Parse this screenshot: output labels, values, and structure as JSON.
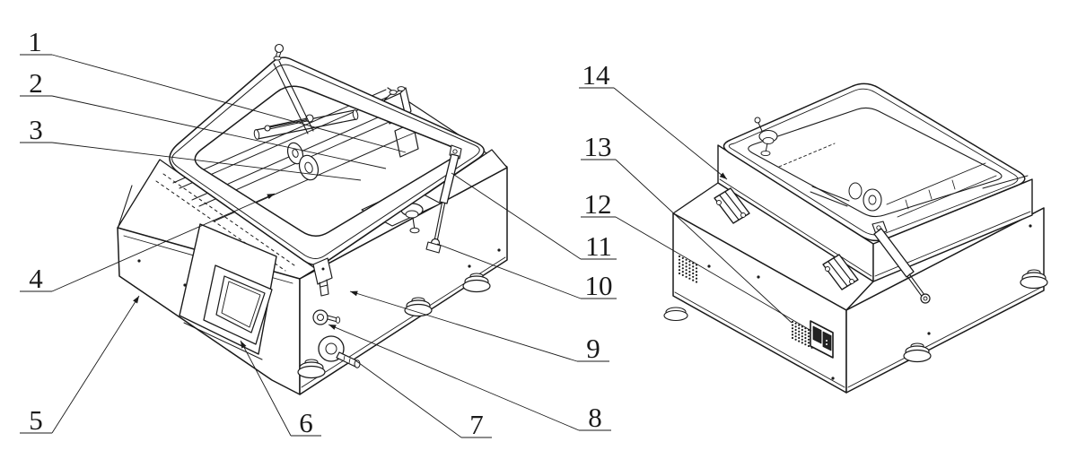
{
  "figure": {
    "colors": {
      "background": "#ffffff",
      "ink": "#1a1a1a"
    }
  },
  "callouts": [
    "1",
    "2",
    "3",
    "4",
    "5",
    "6",
    "7",
    "8",
    "9",
    "10",
    "11",
    "12",
    "13",
    "14"
  ]
}
